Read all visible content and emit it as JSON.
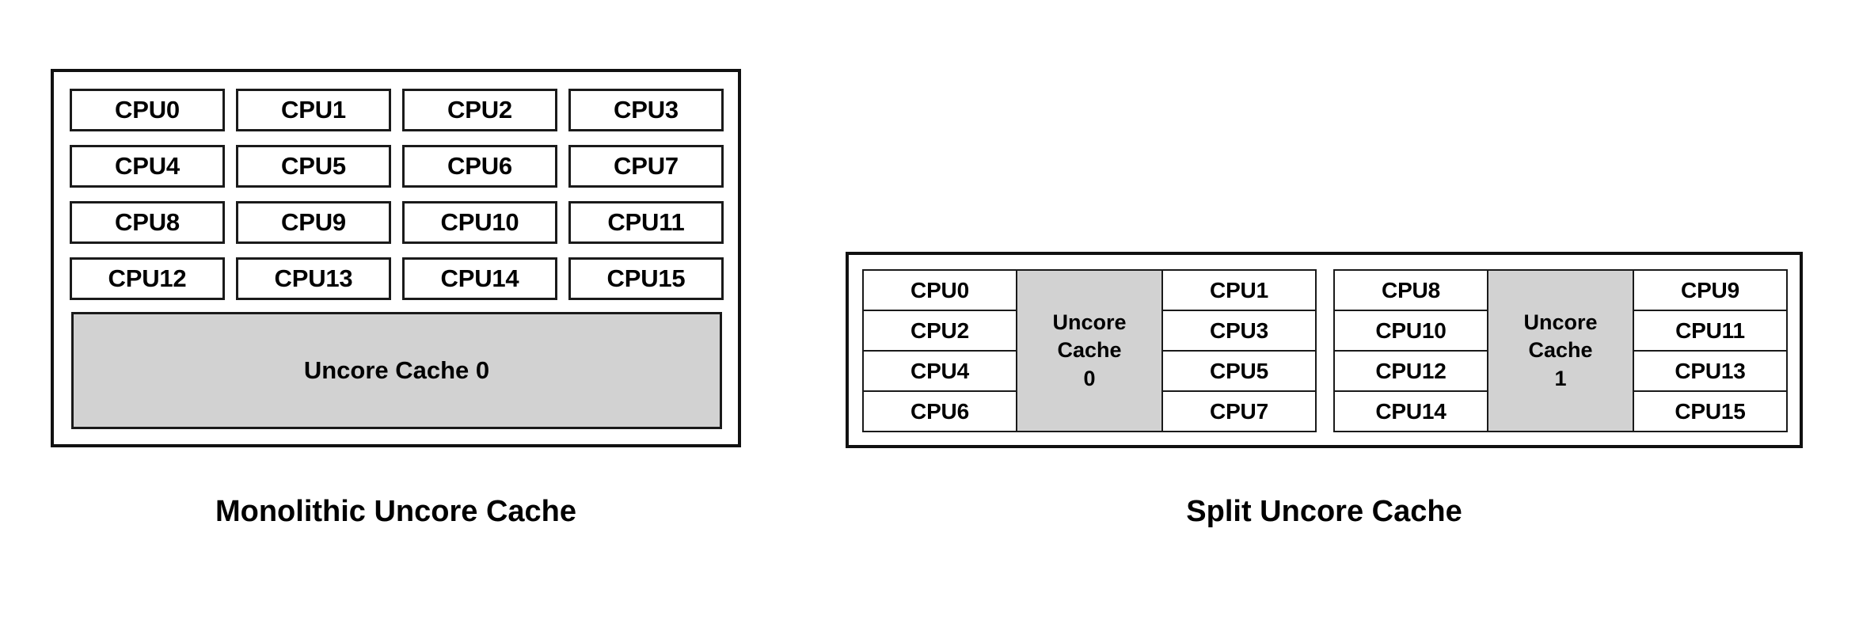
{
  "diagram": {
    "title_left": "Monolithic Uncore Cache",
    "title_right": "Split Uncore Cache",
    "colors": {
      "cache_fill": "#d2d2d2",
      "box_fill": "#ffffff",
      "stroke": "#111111",
      "text": "#000000",
      "background": "#ffffff"
    }
  },
  "monolithic": {
    "caption": "Monolithic Uncore Cache",
    "cpu_rows": [
      [
        "CPU0",
        "CPU1",
        "CPU2",
        "CPU3"
      ],
      [
        "CPU4",
        "CPU5",
        "CPU6",
        "CPU7"
      ],
      [
        "CPU8",
        "CPU9",
        "CPU10",
        "CPU11"
      ],
      [
        "CPU12",
        "CPU13",
        "CPU14",
        "CPU15"
      ]
    ],
    "cache_label": "Uncore Cache 0"
  },
  "split": {
    "caption": "Split Uncore Cache",
    "groups": [
      {
        "left_column": [
          "CPU0",
          "CPU2",
          "CPU4",
          "CPU6"
        ],
        "cache_label": "Uncore\nCache\n0",
        "cache_label_line1": "Uncore",
        "cache_label_line2": "Cache",
        "cache_label_line3": "0",
        "right_column": [
          "CPU1",
          "CPU3",
          "CPU5",
          "CPU7"
        ]
      },
      {
        "left_column": [
          "CPU8",
          "CPU10",
          "CPU12",
          "CPU14"
        ],
        "cache_label": "Uncore\nCache\n1",
        "cache_label_line1": "Uncore",
        "cache_label_line2": "Cache",
        "cache_label_line3": "1",
        "right_column": [
          "CPU9",
          "CPU11",
          "CPU13",
          "CPU15"
        ]
      }
    ]
  }
}
